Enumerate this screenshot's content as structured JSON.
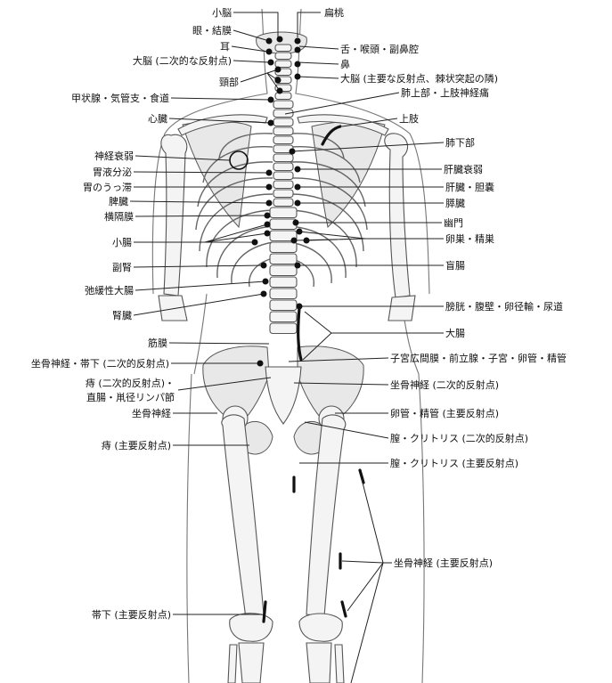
{
  "labels": {
    "l1": "小脳",
    "l2": "扁桃",
    "l3": "眼・結膜",
    "l4": "耳",
    "l5": "舌・喉頭・副鼻腔",
    "l6": "大脳 (二次的な反射点)",
    "l7": "鼻",
    "l8": "頸部",
    "l9": "大脳 (主要な反射点、棘状突起の隣)",
    "l10": "甲状腺・気管支・食道",
    "l11": "肺上部・上肢神経痛",
    "l12": "心臓",
    "l13": "上肢",
    "l14": "神経衰弱",
    "l15": "肺下部",
    "l16": "胃液分泌",
    "l17": "肝臓衰弱",
    "l18": "胃のうっ滞",
    "l19": "肝臓・胆嚢",
    "l20": "脾臓",
    "l21": "膵臓",
    "l22": "横隔膜",
    "l23": "幽門",
    "l24": "小腸",
    "l25": "卵巣・精巣",
    "l26": "副腎",
    "l27": "盲腸",
    "l28": "弛緩性大腸",
    "l29": "腎臓",
    "l30": "膀胱・腹壁・卵径輸・尿道",
    "l31": "大腸",
    "l32": "筋膜",
    "l33": "坐骨神経・帯下 (二次的反射点)",
    "l34": "子宮広間膜・前立腺・子宮・卵管・精管",
    "l35": "痔 (二次的反射点)・",
    "l36": "直腸・鼡径リンパ節",
    "l37": "坐骨神経 (二次的反射点)",
    "l38": "坐骨神経",
    "l39": "卵管・精管 (主要反射点)",
    "l40": "膣・クリトリス (二次的反射点)",
    "l41": "痔 (主要反射点)",
    "l42": "膣・クリトリス (主要反射点)",
    "l43": "坐骨神経 (主要反射点)",
    "l44": "帯下 (主要反射点)"
  }
}
